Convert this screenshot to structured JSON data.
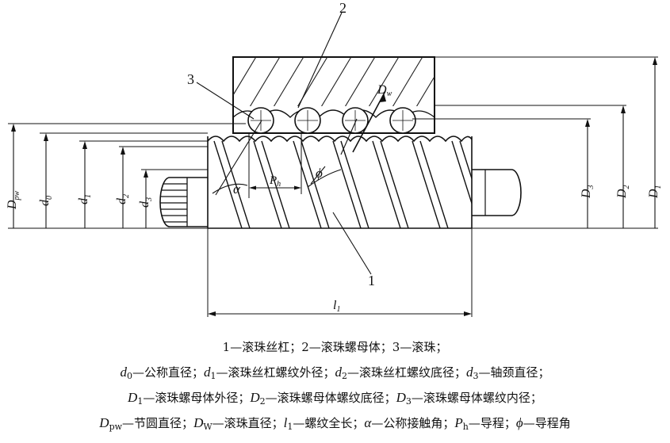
{
  "callouts": {
    "screw": "1",
    "nut": "2",
    "ball": "3"
  },
  "dims": {
    "Dpw": "D",
    "Dpw_sub": "pw",
    "d0": "d",
    "d0_sub": "0",
    "d1": "d",
    "d1_sub": "1",
    "d2": "d",
    "d2_sub": "2",
    "d3": "d",
    "d3_sub": "3",
    "D3": "D",
    "D3_sub": "3",
    "D2": "D",
    "D2_sub": "2",
    "D1": "D",
    "D1_sub": "1",
    "Dw": "D",
    "Dw_sub": "w",
    "alpha": "α",
    "Ph": "P",
    "Ph_sub": "h",
    "phi": "ϕ",
    "l1": "l",
    "l1_sub": "1"
  },
  "legend": {
    "row1": [
      {
        "num": "1",
        "dash": "—",
        "desc": "滚珠丝杠；"
      },
      {
        "num": "2",
        "dash": "—",
        "desc": "滚珠螺母体；"
      },
      {
        "num": "3",
        "dash": "—",
        "desc": "滚珠；"
      }
    ],
    "row2": [
      {
        "sym": "d",
        "sub": "0",
        "dash": "—",
        "desc": "公称直径；"
      },
      {
        "sym": "d",
        "sub": "1",
        "dash": "—",
        "desc": "滚珠丝杠螺纹外径；"
      },
      {
        "sym": "d",
        "sub": "2",
        "dash": "—",
        "desc": "滚珠丝杠螺纹底径；"
      },
      {
        "sym": "d",
        "sub": "3",
        "dash": "—",
        "desc": "轴颈直径；"
      }
    ],
    "row3": [
      {
        "sym": "D",
        "sub": "1",
        "dash": "—",
        "desc": "滚珠螺母体外径；"
      },
      {
        "sym": "D",
        "sub": "2",
        "dash": "—",
        "desc": "滚珠螺母体螺纹底径；"
      },
      {
        "sym": "D",
        "sub": "3",
        "dash": "—",
        "desc": "滚珠螺母体螺纹内径；"
      }
    ],
    "row4": [
      {
        "sym": "D",
        "sub": "pw",
        "dash": "—",
        "desc": "节圆直径；"
      },
      {
        "sym": "D",
        "sub": "W",
        "dash": "—",
        "desc": "滚珠直径；"
      },
      {
        "sym": "l",
        "sub": "1",
        "dash": "—",
        "desc": "螺纹全长；"
      },
      {
        "sym": "α",
        "sub": "",
        "dash": "—",
        "desc": "公称接触角；"
      },
      {
        "sym": "P",
        "sub": "h",
        "dash": "—",
        "desc": "导程；"
      },
      {
        "sym": "ϕ",
        "sub": "",
        "dash": "—",
        "desc": "导程角"
      }
    ]
  }
}
